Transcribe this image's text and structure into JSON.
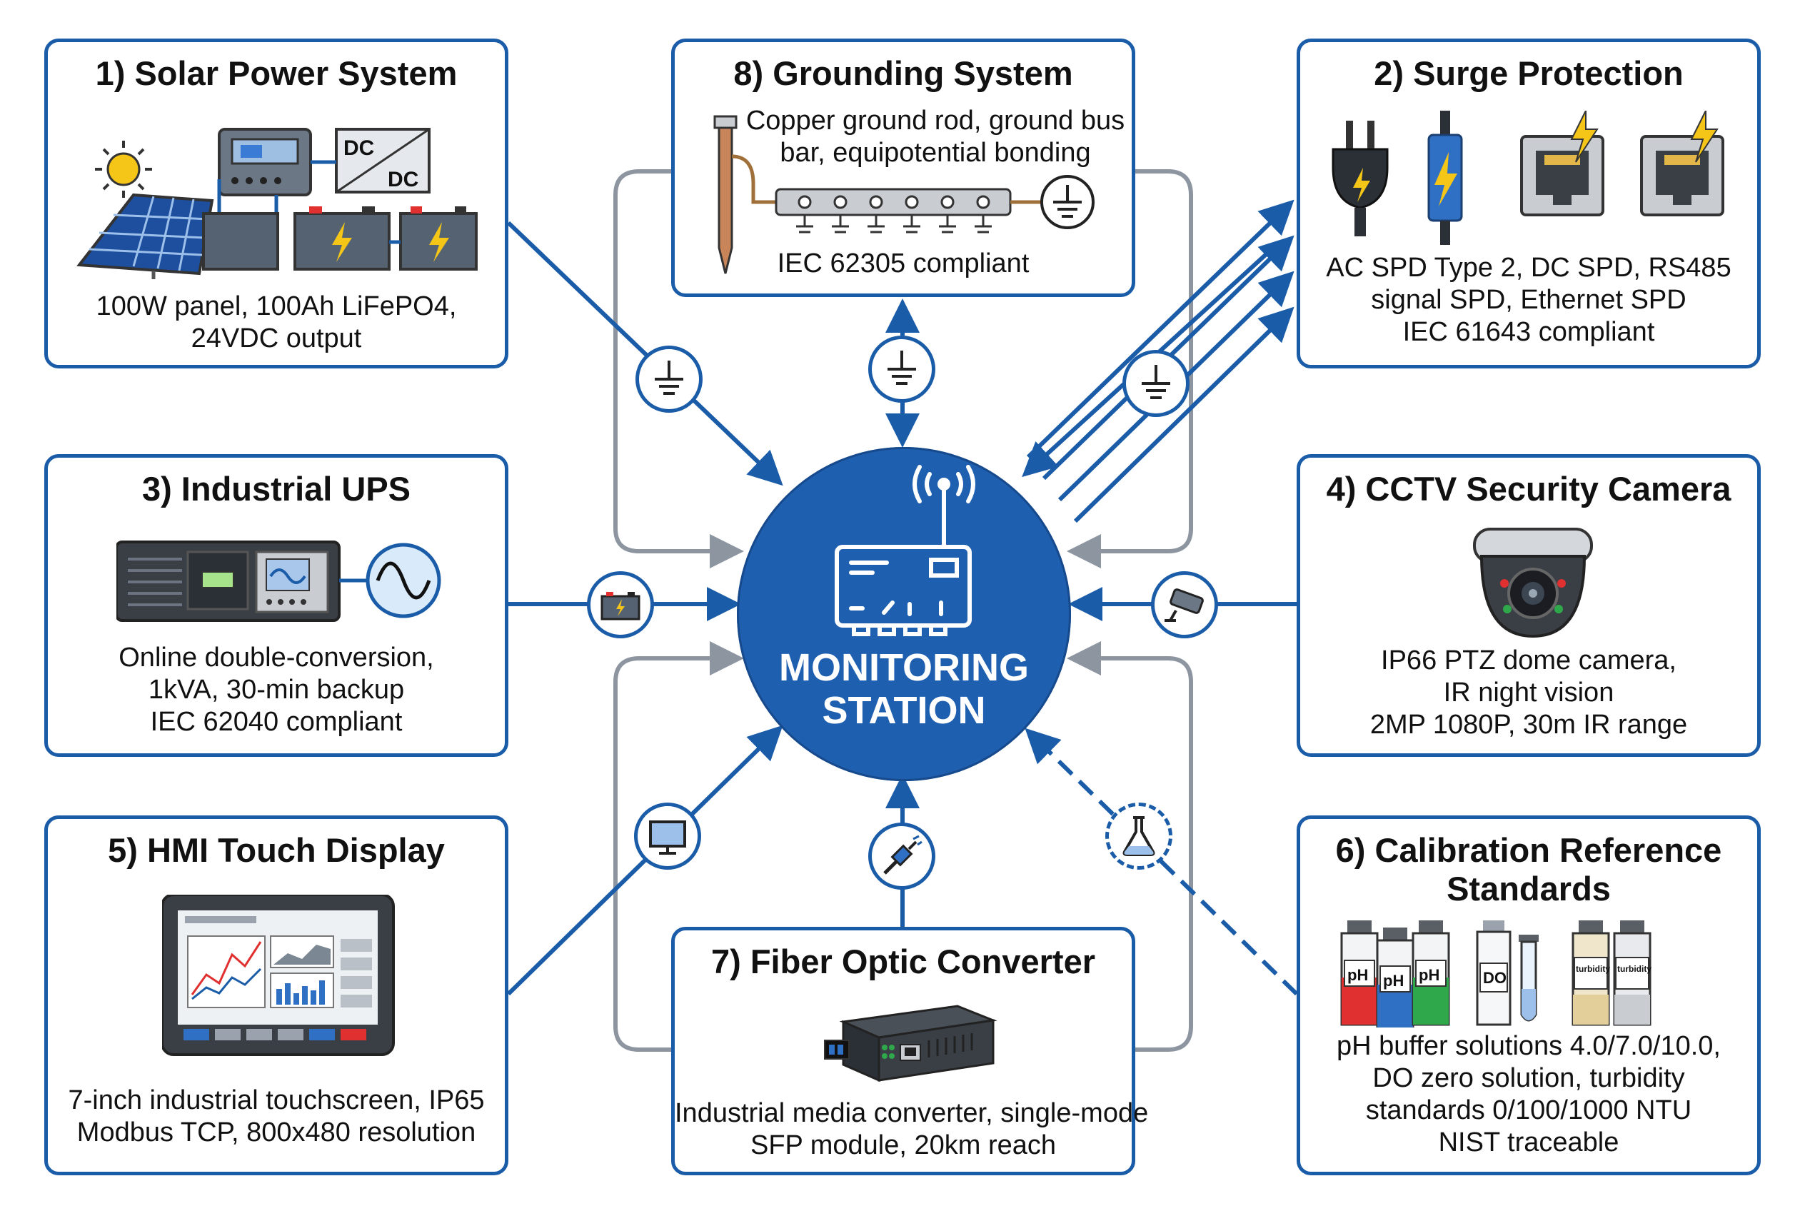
{
  "hub": {
    "line1": "MONITORING",
    "line2": "STATION"
  },
  "panels": [
    {
      "id": "solar",
      "title": "1) Solar Power System",
      "desc": [
        "100W panel, 100Ah LiFePO4,",
        "24VDC output"
      ],
      "illustration": {
        "converter_label_top": "DC",
        "converter_label_bottom": "DC"
      }
    },
    {
      "id": "surge",
      "title": "2) Surge Protection",
      "desc": [
        "AC SPD Type 2, DC SPD, RS485",
        "signal SPD, Ethernet SPD",
        "IEC 61643 compliant"
      ]
    },
    {
      "id": "ups",
      "title": "3) Industrial UPS",
      "desc": [
        "Online double-conversion,",
        "1kVA, 30-min backup",
        "IEC 62040 compliant"
      ]
    },
    {
      "id": "cctv",
      "title": "4) CCTV Security Camera",
      "desc": [
        "IP66 PTZ dome camera,",
        "IR night vision",
        "2MP 1080P, 30m IR range"
      ]
    },
    {
      "id": "hmi",
      "title": "5) HMI Touch Display",
      "desc": [
        "7-inch industrial touchscreen, IP65",
        "Modbus TCP, 800x480 resolution"
      ]
    },
    {
      "id": "calib",
      "title_lines": [
        "6) Calibration Reference",
        "Standards"
      ],
      "desc": [
        "pH buffer solutions 4.0/7.0/10.0,",
        "DO zero solution, turbidity",
        "standards 0/100/1000 NTU",
        "NIST traceable"
      ],
      "illustration": {
        "bottle_label_ph": "pH",
        "bottle_label_do": "DO",
        "bottle_label_turbidity": "turbidity"
      }
    },
    {
      "id": "fiber",
      "title": "7) Fiber Optic Converter",
      "desc": [
        "Industrial media converter, single-mode",
        "SFP module, 20km reach"
      ]
    },
    {
      "id": "ground",
      "title": "8) Grounding System",
      "desc": [
        "Copper ground rod, ground bus",
        "bar, equipotential bonding"
      ],
      "note": "IEC 62305 compliant"
    }
  ],
  "badges": [
    {
      "id": "solar",
      "icon": "ground-icon"
    },
    {
      "id": "ground",
      "icon": "ground-icon"
    },
    {
      "id": "surge",
      "icon": "ground-icon"
    },
    {
      "id": "ups",
      "icon": "battery-icon"
    },
    {
      "id": "cctv",
      "icon": "camera-icon"
    },
    {
      "id": "hmi",
      "icon": "monitor-icon"
    },
    {
      "id": "fiber",
      "icon": "fiber-connector-icon"
    },
    {
      "id": "calib",
      "icon": "flask-icon"
    }
  ],
  "colors": {
    "primary_blue": "#1a5ca8",
    "hub_blue": "#1f5fb0",
    "gray_wire": "#8c95a0",
    "copper": "#b87333",
    "bolt_yellow": "#f5c518",
    "red": "#e03030",
    "green": "#2ea84a"
  }
}
